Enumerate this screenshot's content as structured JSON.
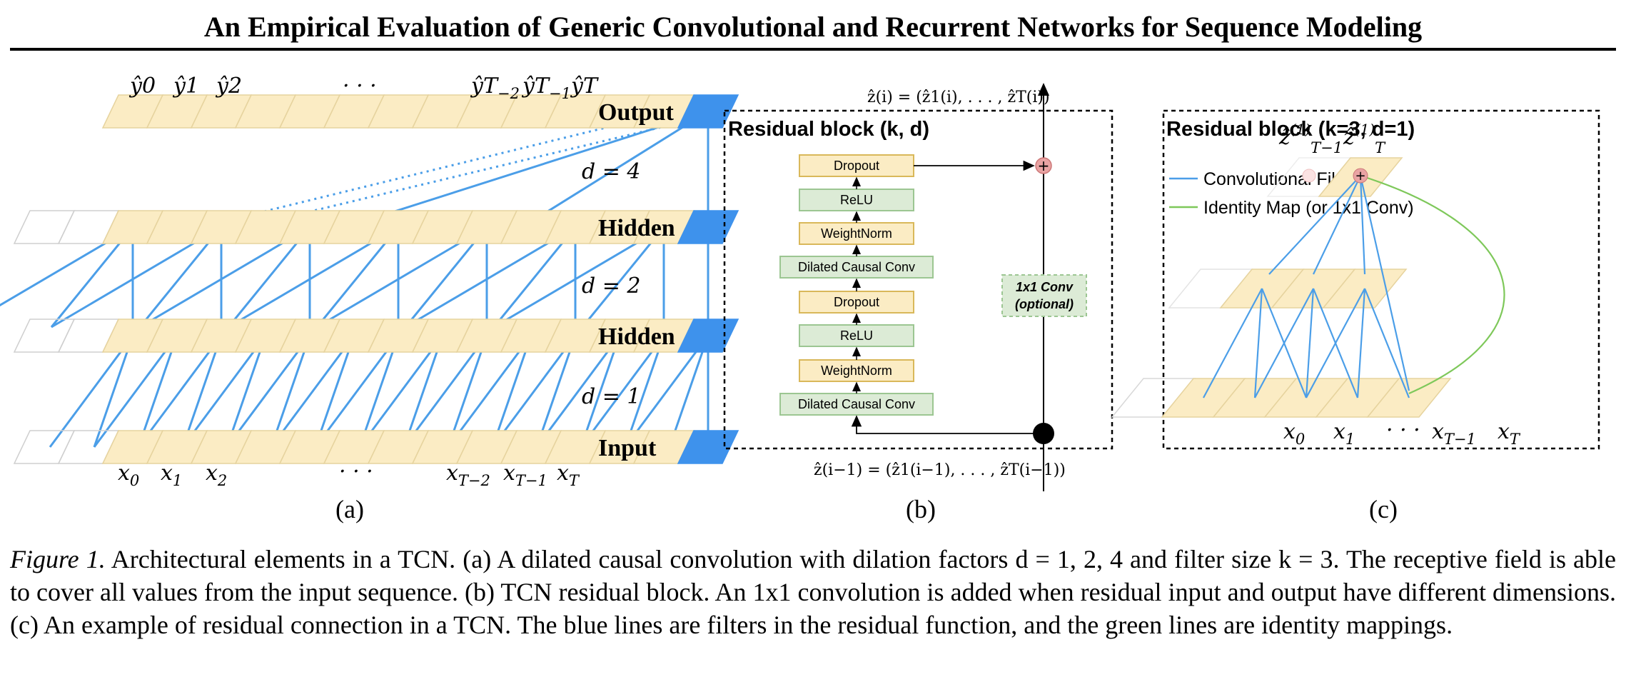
{
  "header": {
    "title": "An Empirical Evaluation of Generic Convolutional and Recurrent Networks for Sequence Modeling"
  },
  "panel_a": {
    "label": "(a)",
    "layers": [
      "Output",
      "Hidden",
      "Hidden",
      "Input"
    ],
    "dilations": [
      "d = 4",
      "d = 2",
      "d = 1"
    ],
    "output_labels": [
      "ŷ0",
      "ŷ1",
      "ŷ2",
      "...",
      "ŷT−2",
      "ŷT−1",
      "ŷT"
    ],
    "input_labels": [
      "x0",
      "x1",
      "x2",
      "...",
      "xT−2",
      "xT−1",
      "xT"
    ]
  },
  "panel_b": {
    "label": "(b)",
    "title": "Residual block (k, d)",
    "top_formula": "ẑ(i) = (ẑ1(i), . . . , ẑT(i))",
    "bottom_formula": "ẑ(i−1) = (ẑ1(i−1), . . . , ẑT(i−1))",
    "stack": [
      "Dropout",
      "ReLU",
      "WeightNorm",
      "Dilated Causal Conv",
      "Dropout",
      "ReLU",
      "WeightNorm",
      "Dilated Causal Conv"
    ],
    "side_box": [
      "1x1 Conv",
      "(optional)"
    ]
  },
  "panel_c": {
    "label": "(c)",
    "title": "Residual block (k=3, d=1)",
    "legend": [
      "Convolutional Filter",
      "Identity Map (or 1x1 Conv)"
    ],
    "top_labels": [
      "ẑT−1(1)",
      "ẑT(1)"
    ],
    "input_labels": [
      "x0",
      "x1",
      "· · ·",
      "xT−1",
      "xT"
    ]
  },
  "caption": {
    "figure_label": "Figure 1.",
    "text": " Architectural elements in a TCN. (a) A dilated causal convolution with dilation factors d = 1, 2, 4 and filter size k = 3. The receptive field is able to cover all values from the input sequence. (b) TCN residual block. An 1x1 convolution is added when residual input and output have different dimensions. (c) An example of residual connection in a TCN. The blue lines are filters in the residual function, and the green lines are identity mappings."
  },
  "colors": {
    "cell_fill": "#fbecc4",
    "cell_stroke": "#e6d39e",
    "blue": "#4b9ee8",
    "blue_cell": "#3e92ec",
    "green_fill": "#dcebd6",
    "green_stroke": "#9cc692",
    "yellow_stroke": "#d9b85a",
    "identity": "#7ec85a",
    "plus_fill": "#e9a3a3"
  }
}
